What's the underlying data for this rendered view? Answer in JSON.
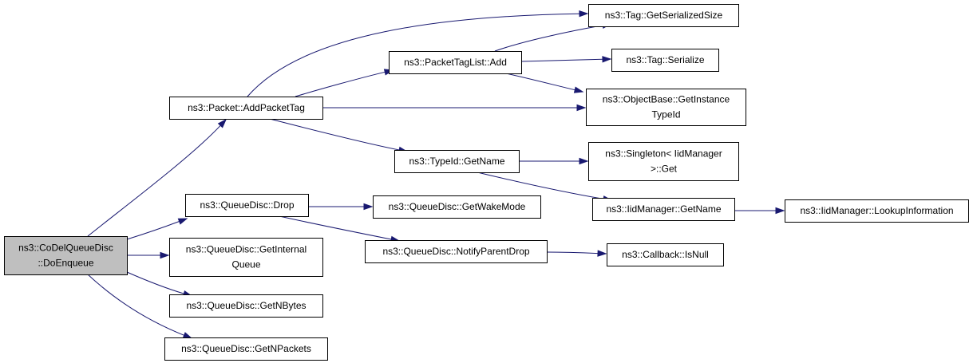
{
  "diagram": {
    "type": "call-graph",
    "edge_color": "#191970",
    "root_fill": "#bfbfbf",
    "nodes": [
      {
        "id": "root",
        "lines": [
          "ns3::CoDelQueueDisc",
          "::DoEnqueue"
        ],
        "root": true
      },
      {
        "id": "addPacketTag",
        "lines": [
          "ns3::Packet::AddPacketTag"
        ]
      },
      {
        "id": "drop",
        "lines": [
          "ns3::QueueDisc::Drop"
        ]
      },
      {
        "id": "getInternalQueue",
        "lines": [
          "ns3::QueueDisc::GetInternal",
          "Queue"
        ]
      },
      {
        "id": "getNBytes",
        "lines": [
          "ns3::QueueDisc::GetNBytes"
        ]
      },
      {
        "id": "getNPackets",
        "lines": [
          "ns3::QueueDisc::GetNPackets"
        ]
      },
      {
        "id": "ptlAdd",
        "lines": [
          "ns3::PacketTagList::Add"
        ]
      },
      {
        "id": "getInstanceTypeId",
        "lines": [
          "ns3::ObjectBase::GetInstance",
          "TypeId"
        ]
      },
      {
        "id": "typeIdGetName",
        "lines": [
          "ns3::TypeId::GetName"
        ]
      },
      {
        "id": "getWakeMode",
        "lines": [
          "ns3::QueueDisc::GetWakeMode"
        ]
      },
      {
        "id": "notifyParentDrop",
        "lines": [
          "ns3::QueueDisc::NotifyParentDrop"
        ]
      },
      {
        "id": "tagGetSerializedSize",
        "lines": [
          "ns3::Tag::GetSerializedSize"
        ]
      },
      {
        "id": "tagSerialize",
        "lines": [
          "ns3::Tag::Serialize"
        ]
      },
      {
        "id": "singletonGet",
        "lines": [
          "ns3::Singleton< IidManager",
          ">::Get"
        ]
      },
      {
        "id": "iidGetName",
        "lines": [
          "ns3::IidManager::GetName"
        ]
      },
      {
        "id": "callbackIsNull",
        "lines": [
          "ns3::Callback::IsNull"
        ]
      },
      {
        "id": "lookupInformation",
        "lines": [
          "ns3::IidManager::LookupInformation"
        ]
      }
    ],
    "edges": [
      {
        "from": "root",
        "to": "addPacketTag"
      },
      {
        "from": "root",
        "to": "drop"
      },
      {
        "from": "root",
        "to": "getInternalQueue"
      },
      {
        "from": "root",
        "to": "getNBytes"
      },
      {
        "from": "root",
        "to": "getNPackets"
      },
      {
        "from": "addPacketTag",
        "to": "tagGetSerializedSize"
      },
      {
        "from": "addPacketTag",
        "to": "ptlAdd"
      },
      {
        "from": "addPacketTag",
        "to": "getInstanceTypeId"
      },
      {
        "from": "addPacketTag",
        "to": "typeIdGetName"
      },
      {
        "from": "ptlAdd",
        "to": "tagGetSerializedSize"
      },
      {
        "from": "ptlAdd",
        "to": "tagSerialize"
      },
      {
        "from": "ptlAdd",
        "to": "getInstanceTypeId"
      },
      {
        "from": "typeIdGetName",
        "to": "singletonGet"
      },
      {
        "from": "typeIdGetName",
        "to": "iidGetName"
      },
      {
        "from": "iidGetName",
        "to": "lookupInformation"
      },
      {
        "from": "drop",
        "to": "getWakeMode"
      },
      {
        "from": "drop",
        "to": "notifyParentDrop"
      },
      {
        "from": "notifyParentDrop",
        "to": "callbackIsNull"
      }
    ]
  }
}
